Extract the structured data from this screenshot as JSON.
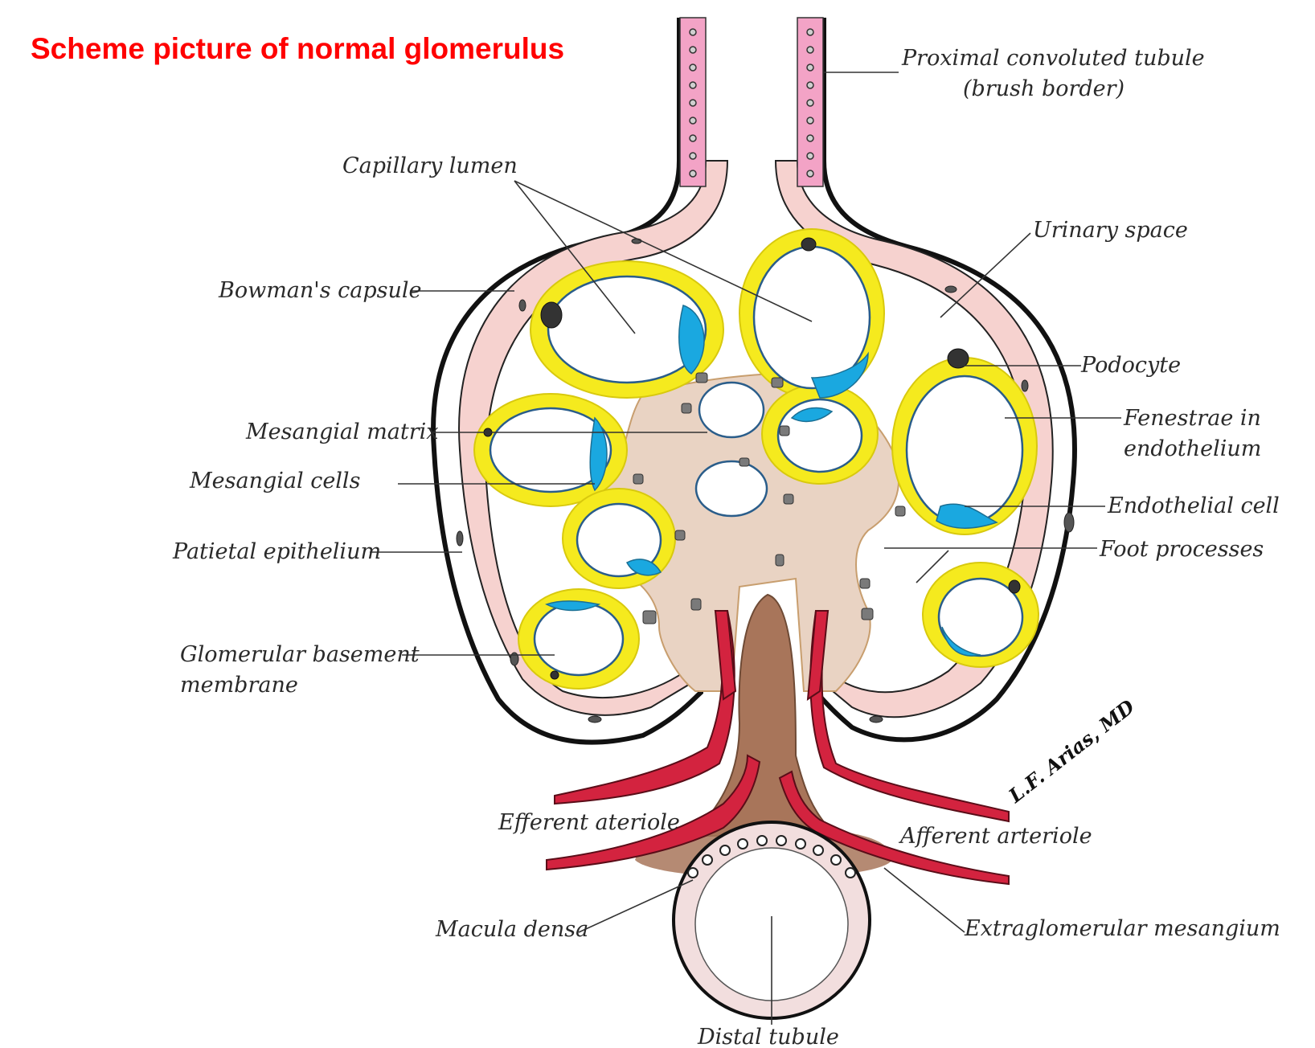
{
  "title": "Scheme picture of normal glomerulus",
  "signature": "L.F. Arias, MD",
  "labels": {
    "proximal_tubule_line1": "Proximal convoluted tubule",
    "proximal_tubule_line2": "(brush border)",
    "capillary_lumen": "Capillary lumen",
    "urinary_space": "Urinary space",
    "bowmans_capsule": "Bowman's capsule",
    "podocyte": "Podocyte",
    "mesangial_matrix": "Mesangial matrix",
    "fenestrae_line1": "Fenestrae in",
    "fenestrae_line2": "endothelium",
    "mesangial_cells": "Mesangial cells",
    "endothelial_cell": "Endothelial cell",
    "parietal_epithelium": "Patietal epithelium",
    "foot_processes": "Foot processes",
    "gbm_line1": "Glomerular basement",
    "gbm_line2": "membrane",
    "efferent_arteriole": "Efferent ateriole",
    "afferent_arteriole": "Afferent arteriole",
    "macula_densa": "Macula densa",
    "extraglomerular_mesangium": "Extraglomerular mesangium",
    "distal_tubule": "Distal tubule"
  },
  "colors": {
    "title": "#ff0000",
    "podocyte": "#f5ea1e",
    "endothelium": "#1aa8e0",
    "mesangium": "#e9d3c3",
    "capsule_cells": "#f6d2cf",
    "proximal_tubule": "#f3a3c6",
    "arteriole": "#d3233f",
    "extraglomerular": "#a8755a"
  }
}
